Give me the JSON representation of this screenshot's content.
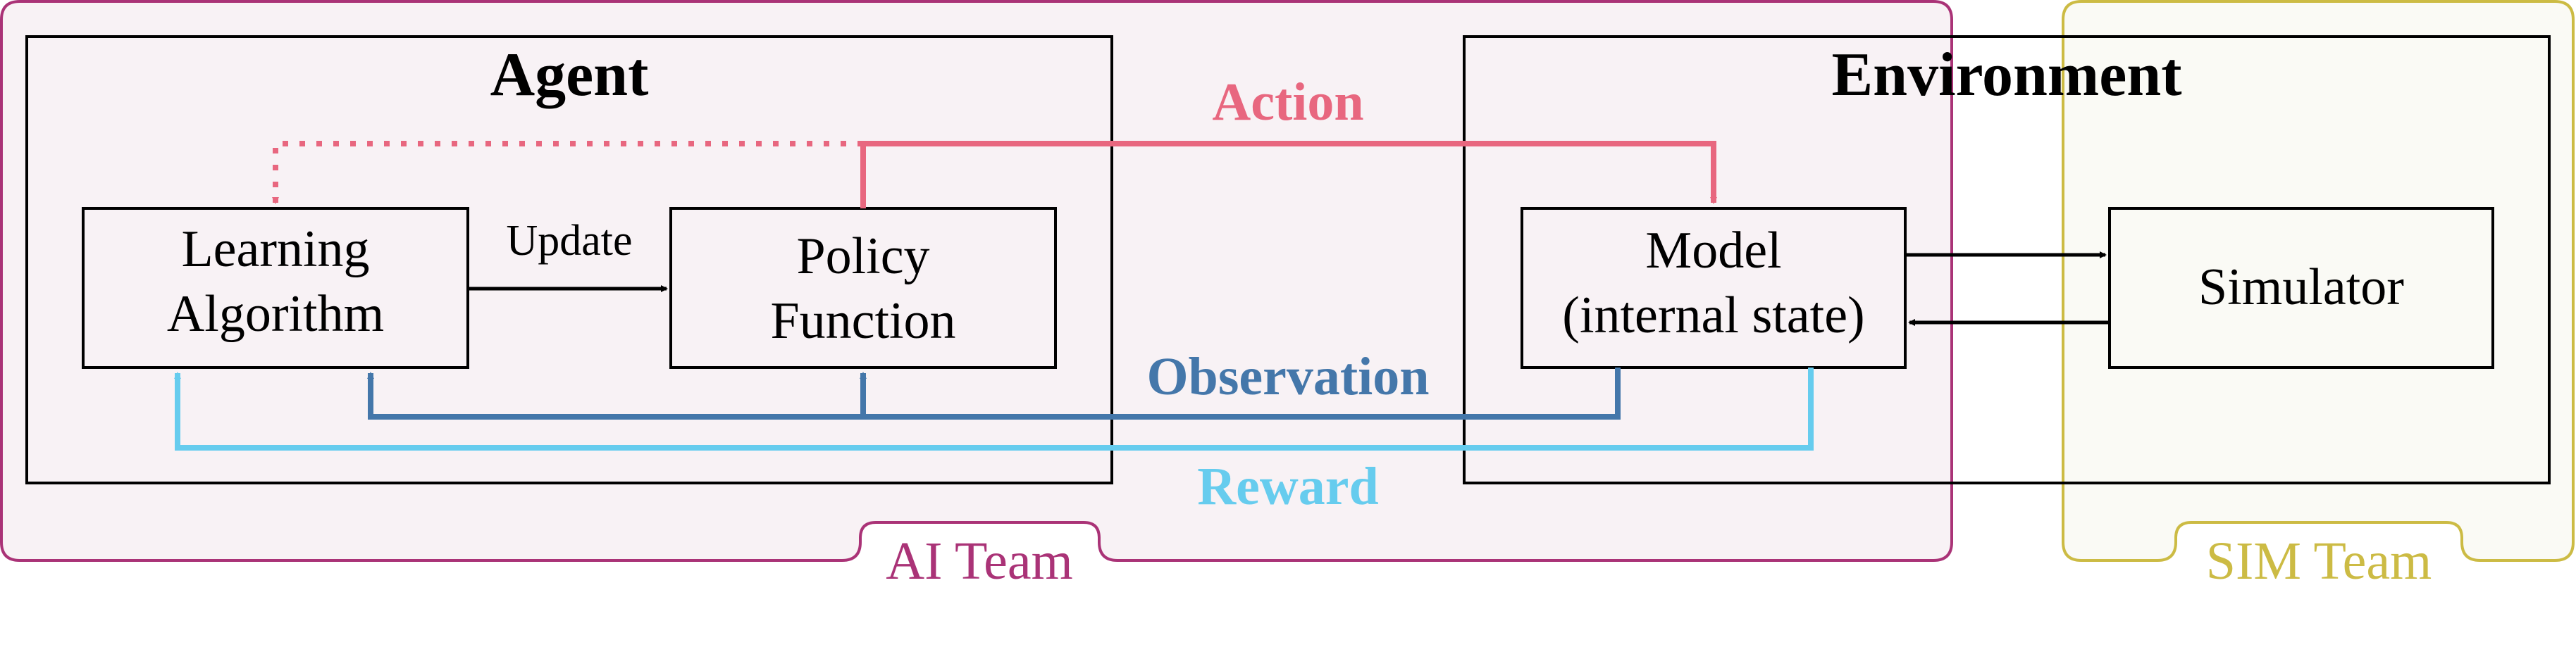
{
  "diagram": {
    "agent_title": "Agent",
    "environment_title": "Environment",
    "boxes": {
      "learning_line1": "Learning",
      "learning_line2": "Algorithm",
      "policy_line1": "Policy",
      "policy_line2": "Function",
      "model_line1": "Model",
      "model_line2": "(internal state)",
      "simulator": "Simulator"
    },
    "edges": {
      "update": "Update",
      "action": "Action",
      "observation": "Observation",
      "reward": "Reward"
    },
    "teams": {
      "ai_team": "AI Team",
      "sim_team": "SIM Team"
    }
  },
  "colors": {
    "action": "#E8677F",
    "observation": "#4477AA",
    "reward": "#66CCEE",
    "ai_team": "#AA3377",
    "sim_team": "#CCBB44",
    "ai_fill": "#F8F2F5",
    "sim_fill": "#FAFAF5"
  }
}
